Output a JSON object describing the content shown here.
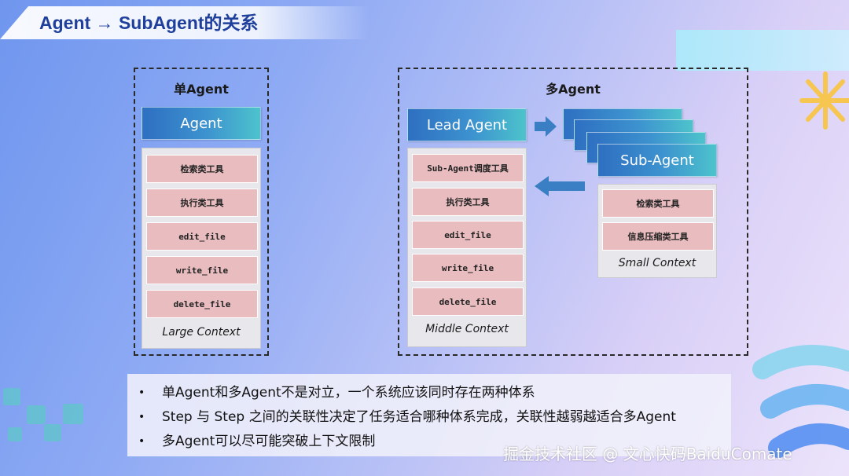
{
  "slide": {
    "title": "Agent → SubAgent的关系"
  },
  "single_agent": {
    "title": "单Agent",
    "agent_label": "Agent",
    "tools": [
      "检索类工具",
      "执行类工具",
      "edit_file",
      "write_file",
      "delete_file"
    ],
    "context_label": "Large Context"
  },
  "multi_agent": {
    "title": "多Agent",
    "lead_label": "Lead Agent",
    "lead_tools": [
      "Sub-Agent调度工具",
      "执行类工具",
      "edit_file",
      "write_file",
      "delete_file"
    ],
    "lead_context_label": "Middle Context",
    "sub_label": "Sub-Agent",
    "sub_tools": [
      "检索类工具",
      "信息压缩类工具"
    ],
    "sub_context_label": "Small Context"
  },
  "bullets": [
    "单Agent和多Agent不是对立，一个系统应该同时存在两种体系",
    "Step 与 Step 之间的关联性决定了任务适合哪种体系完成，关联性越弱越适合多Agent",
    "多Agent可以尽可能突破上下文限制"
  ],
  "watermark": "掘金技术社区 @ 文心快码BaiduComate",
  "colors": {
    "title": "#1f3f9c",
    "agent_gradient_start": "#2e6fc1",
    "agent_gradient_end": "#4dc3cc",
    "tool_fill": "#e9bcbf",
    "panel_fill": "#e8e8ec",
    "arrow": "#3a7fc4"
  }
}
